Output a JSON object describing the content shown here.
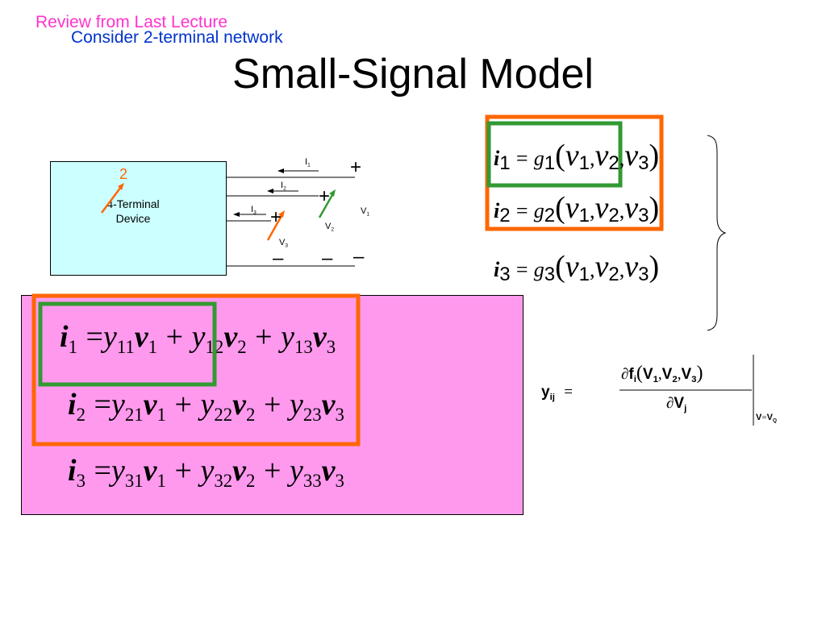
{
  "slide": {
    "kicker": "Review from Last Lecture",
    "subtitle": "Consider 2-terminal network",
    "title": "Small-Signal Model"
  },
  "diagram": {
    "device_label": "4-Terminal Device",
    "terminal_number": "2",
    "currents": [
      {
        "name": "I",
        "sub": "1"
      },
      {
        "name": "I",
        "sub": "2"
      },
      {
        "name": "I",
        "sub": "3"
      }
    ],
    "voltages": [
      {
        "name": "V",
        "sub": "1"
      },
      {
        "name": "V",
        "sub": "2"
      },
      {
        "name": "V",
        "sub": "3"
      }
    ],
    "plus": "+",
    "minus": "–",
    "colors": {
      "box_fill": "#ccffff",
      "arrow_orange": "#ff6600",
      "arrow_green": "#339933"
    }
  },
  "nonlinear_equations": [
    {
      "i": "i",
      "idx": "1",
      "eq": "=",
      "g": "g",
      "v": "v",
      "args": [
        "1",
        "2",
        "3"
      ]
    },
    {
      "i": "i",
      "idx": "2",
      "eq": "=",
      "g": "g",
      "v": "v",
      "args": [
        "1",
        "2",
        "3"
      ]
    },
    {
      "i": "i",
      "idx": "3",
      "eq": "=",
      "g": "g",
      "v": "v",
      "args": [
        "1",
        "2",
        "3"
      ]
    }
  ],
  "linear_equations": [
    {
      "i": "i",
      "idx": "1",
      "eq": "=",
      "y": "y",
      "v": "v",
      "plus": "+",
      "terms": [
        {
          "y": "11",
          "v": "1"
        },
        {
          "y": "12",
          "v": "2"
        },
        {
          "y": "13",
          "v": "3"
        }
      ]
    },
    {
      "i": "i",
      "idx": "2",
      "eq": "=",
      "y": "y",
      "v": "v",
      "plus": "+",
      "terms": [
        {
          "y": "21",
          "v": "1"
        },
        {
          "y": "22",
          "v": "2"
        },
        {
          "y": "23",
          "v": "3"
        }
      ]
    },
    {
      "i": "i",
      "idx": "3",
      "eq": "=",
      "y": "y",
      "v": "v",
      "plus": "+",
      "terms": [
        {
          "y": "31",
          "v": "1"
        },
        {
          "y": "32",
          "v": "2"
        },
        {
          "y": "33",
          "v": "3"
        }
      ]
    }
  ],
  "y_definition": {
    "lhs": "y",
    "lhs_sub": "ij",
    "eq": "=",
    "partial": "∂",
    "f": "f",
    "f_sub": "i",
    "V": "V",
    "args": [
      "1",
      "2",
      "3"
    ],
    "den_sub": "j",
    "eval_lhs": "V",
    "eval_eq": "=",
    "eval_rhs": "V",
    "eval_rhs_sub": "Q"
  },
  "highlight_colors": {
    "orange": "#ff6600",
    "green": "#339933",
    "pink_panel": "#ff99ee"
  }
}
